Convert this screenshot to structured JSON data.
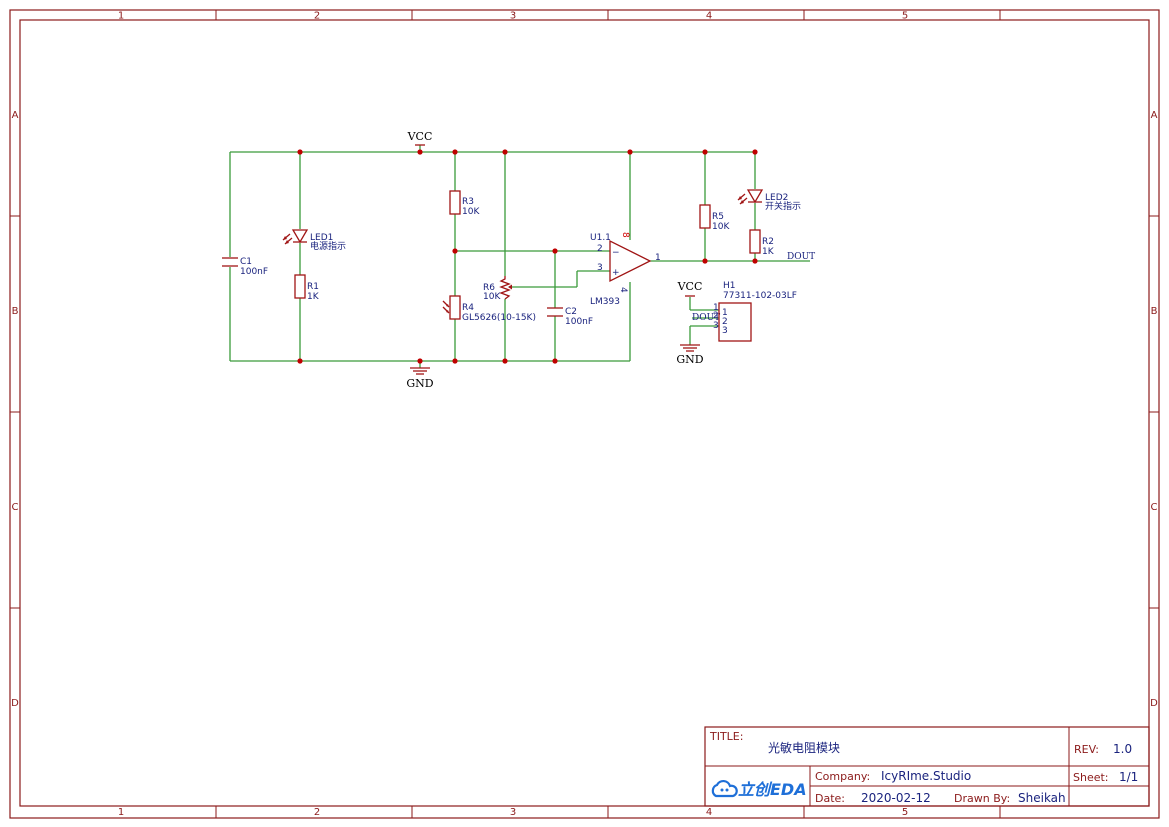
{
  "frame": {
    "columns": [
      "1",
      "2",
      "3",
      "4",
      "5"
    ],
    "rows": [
      "A",
      "B",
      "C",
      "D"
    ]
  },
  "power": {
    "vcc_label": "VCC",
    "gnd_label": "GND",
    "h1_vcc_label": "VCC",
    "h1_gnd_label": "GND"
  },
  "components": {
    "c1": {
      "ref": "C1",
      "value": "100nF"
    },
    "led1": {
      "ref": "LED1",
      "value": "电源指示"
    },
    "r1": {
      "ref": "R1",
      "value": "1K"
    },
    "r3": {
      "ref": "R3",
      "value": "10K"
    },
    "r4": {
      "ref": "R4",
      "value": "GL5626(10-15K)"
    },
    "r6": {
      "ref": "R6",
      "value": "10K"
    },
    "c2": {
      "ref": "C2",
      "value": "100nF"
    },
    "u1": {
      "ref": "U1.1",
      "value": "LM393",
      "pins": [
        "2",
        "3",
        "1",
        "8",
        "4"
      ],
      "minus": "−",
      "plus": "+"
    },
    "r5": {
      "ref": "R5",
      "value": "10K"
    },
    "led2": {
      "ref": "LED2",
      "value": "开关指示"
    },
    "r2": {
      "ref": "R2",
      "value": "1K"
    },
    "h1": {
      "ref": "H1",
      "value": "77311-102-03LF",
      "pins": [
        "1",
        "2",
        "3"
      ],
      "side_pins": [
        "1",
        "2",
        "3"
      ]
    }
  },
  "nets": {
    "dout": "DOUT",
    "h1_dout": "DOUT"
  },
  "title_block": {
    "title_label": "TITLE:",
    "title": "光敏电阻模块",
    "rev_label": "REV:",
    "rev": "1.0",
    "company_label": "Company:",
    "company": "IcyRIme.Studio",
    "sheet_label": "Sheet:",
    "sheet": "1/1",
    "date_label": "Date:",
    "date": "2020-02-12",
    "drawn_label": "Drawn By:",
    "drawn_by": "Sheikah",
    "logo_text": "立创EDA",
    "logo_icon": "cloud-icon"
  }
}
